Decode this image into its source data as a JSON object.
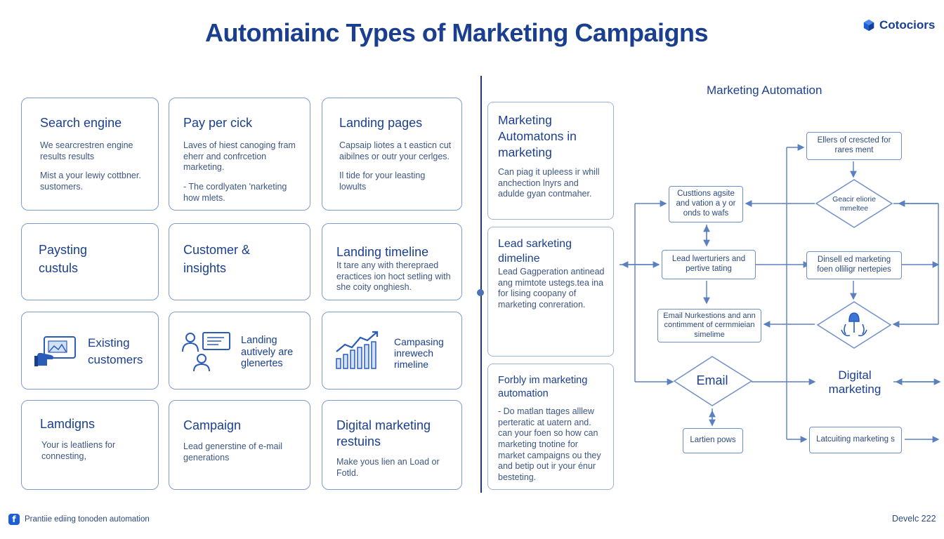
{
  "header": {
    "title": "Automiainc Types of Marketing Campaigns",
    "brand": "Cotociors"
  },
  "grid": {
    "search": {
      "title": "Search engine",
      "p1": "We searcrestren engine results results",
      "p2": "Mist a your lewiy cottbner. sustomers."
    },
    "ppc": {
      "title": "Pay per cick",
      "p1": "Laves of hiest canoging fram eherr and confrcetion marketing.",
      "p2": "- The cordlyaten 'narketing how mlets."
    },
    "landing": {
      "title": "Landing pages",
      "p1": "Capsaip liotes a t easticn cut aibilnes or outr your cerlges.",
      "p2": "Il tide for your leasting lowults"
    },
    "paysting": {
      "title": "Paysting custuls"
    },
    "insights": {
      "title": "Customer & insights"
    },
    "timeline": {
      "title": "Landing timeline",
      "p1": "It tare any with therepraed eractices ion hoct setling with she coity onghiesh."
    },
    "existing": {
      "title": "Existing customers"
    },
    "landing_active": {
      "title": "Landing autively are glenertes"
    },
    "campaign_timeline": {
      "title": "Campasing inrewech rimeline"
    },
    "lamdigns": {
      "title": "Lamdigns",
      "p1": "Your is leatliens for connesting,"
    },
    "campaign": {
      "title": "Campaign",
      "p1": "Lead generstine of e-mail generations"
    },
    "digital": {
      "title": "Digital marketing restuins",
      "p1": "Make yous lien an Load or Fotld."
    }
  },
  "middle": {
    "automation": {
      "title": "Marketing Automatons in marketing",
      "body": "Can piag it upleess ir whill anchection lnyrs and adulde gyan contmaher."
    },
    "lead": {
      "title": "Lead sarketing dimeline",
      "body": "Lead Gagperation antinead ang mimtote ustegs.tea ina for lising coopany of marketing conreration."
    },
    "formly": {
      "title": "Forbly im marketing automation",
      "body": "- Do matlan ttages alllew perteratic at uatern and. can your foen so how can marketing tnotine for market campaigns ou they and betip out ir your énur besteting."
    }
  },
  "flow": {
    "title": "Marketing Automation",
    "nodes": {
      "top": "Ellers of crescted for rares ment",
      "clients": "Custtions agsite and vation a y or onds to wafs",
      "search_diamond": "Geacir eliorie mmeltee",
      "lead": "Lead lwerturiers and pertive tating",
      "dinsell": "Dinsell ed marketing foen olliligr nertepies",
      "email_nurture": "Email Nurkestions and ann contimment of cermmieian simelime",
      "email": "Email",
      "digital": "Digital marketing",
      "lartien": "Lartien pows",
      "latcuiting": "Latcuiting marketing s"
    }
  },
  "footer": {
    "left": "Prantiie ediing tonoden automation",
    "right": "Develc 222"
  },
  "colors": {
    "primary": "#1a3f8f",
    "border": "#7e9ccb",
    "line": "#5b80c0",
    "accent": "#1d5fd1"
  },
  "icons": [
    "cube-logo-icon",
    "monitor-hand-icon",
    "people-chat-icon",
    "bar-chart-growth-icon",
    "bell-hands-icon",
    "facebook-icon"
  ]
}
